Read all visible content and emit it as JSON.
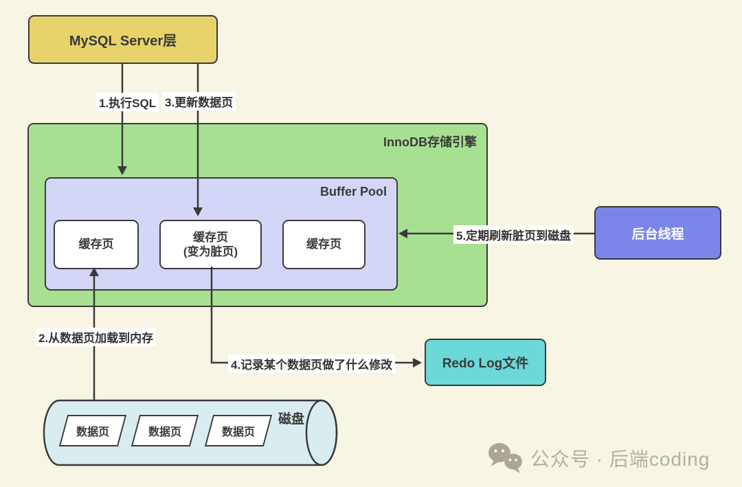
{
  "nodes": {
    "mysql_server": {
      "label": "MySQL Server层",
      "bg": "#e8d36b"
    },
    "innodb": {
      "label": "InnoDB存储引擎",
      "bg": "#a8e092"
    },
    "buffer_pool": {
      "label": "Buffer Pool",
      "bg": "#d4d6f7"
    },
    "cache_page_1": {
      "label": "缓存页",
      "bg": "#ffffff"
    },
    "cache_page_2": {
      "line1": "缓存页",
      "line2": "(变为脏页)",
      "bg": "#ffffff"
    },
    "cache_page_3": {
      "label": "缓存页",
      "bg": "#ffffff"
    },
    "background_thread": {
      "label": "后台线程",
      "bg": "#7b85e9"
    },
    "redo_log": {
      "label": "Redo Log文件",
      "bg": "#6cd8d8"
    },
    "disk": {
      "label": "磁盘",
      "bg": "#d9edf0",
      "pages": [
        "数据页",
        "数据页",
        "数据页"
      ]
    }
  },
  "steps": {
    "step1": "1.执行SQL",
    "step2": "2.从数据页加载到内存",
    "step3": "3.更新数据页",
    "step4": "4.记录某个数据页做了什么修改",
    "step5": "5.定期刷新脏页到磁盘"
  },
  "watermark": {
    "icon": "wechat-icon",
    "text": "公众号 · 后端coding"
  },
  "colors": {
    "background": "#f9f5e5",
    "stroke": "#3a3a3a",
    "yellow_box": "#e8d36b",
    "green_box": "#a8e092",
    "purple_box": "#d4d6f7",
    "blue_box": "#7b85e9",
    "teal_box": "#6cd8d8",
    "disk_fill": "#d9edf0",
    "watermark_gray": "#b3afa2"
  }
}
